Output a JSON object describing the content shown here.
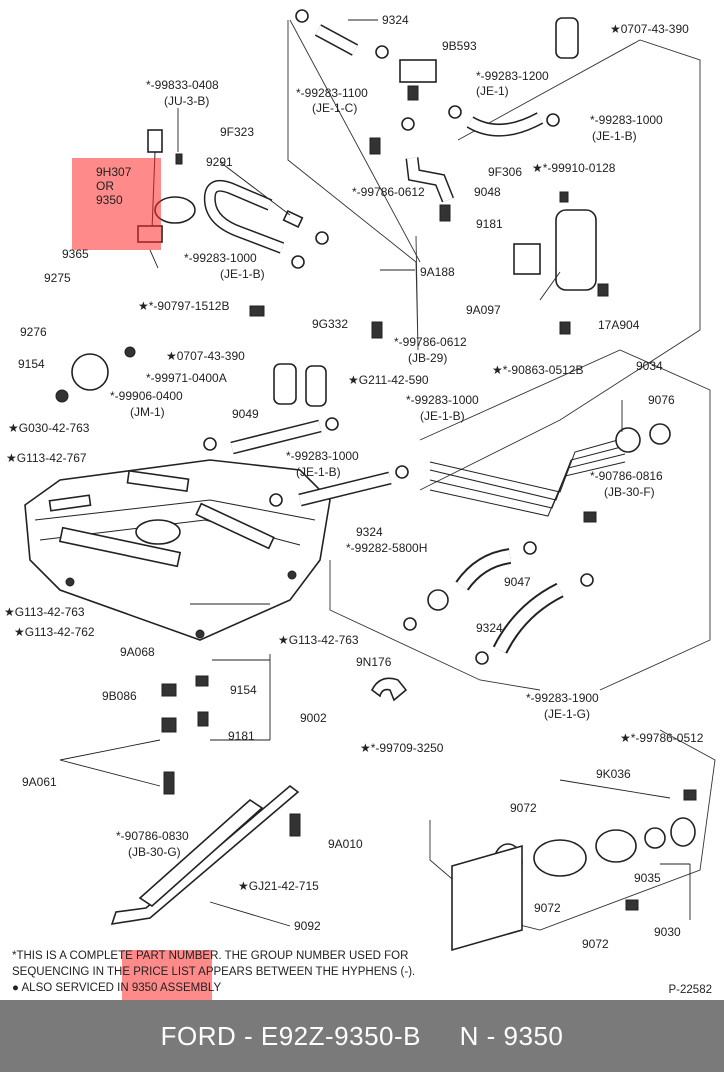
{
  "labels": [
    {
      "id": "p9324a",
      "text": "9324"
    },
    {
      "id": "p0707a",
      "text": "★0707-43-390"
    },
    {
      "id": "p9b593",
      "text": "9B593"
    },
    {
      "id": "p99833",
      "text": "*-99833-0408"
    },
    {
      "id": "pju3b",
      "text": "(JU-3-B)"
    },
    {
      "id": "p99283_1100",
      "text": "*-99283-1100"
    },
    {
      "id": "pje1c",
      "text": "(JE-1-C)"
    },
    {
      "id": "p99283_1200",
      "text": "*-99283-1200"
    },
    {
      "id": "pje1",
      "text": "(JE-1)"
    },
    {
      "id": "p99283_1000a",
      "text": "*-99283-1000"
    },
    {
      "id": "pje1b_a",
      "text": "(JE-1-B)"
    },
    {
      "id": "p9f323",
      "text": "9F323"
    },
    {
      "id": "p9h307",
      "text": "9H307"
    },
    {
      "id": "por",
      "text": "OR"
    },
    {
      "id": "p9350",
      "text": "9350"
    },
    {
      "id": "p9291",
      "text": "9291"
    },
    {
      "id": "p9f306",
      "text": "9F306"
    },
    {
      "id": "p99910",
      "text": "★*-99910-0128"
    },
    {
      "id": "p99786_0612a",
      "text": "*-99786-0612"
    },
    {
      "id": "p9048",
      "text": "9048"
    },
    {
      "id": "p9181a",
      "text": "9181"
    },
    {
      "id": "p9365",
      "text": "9365"
    },
    {
      "id": "p99283_1000b",
      "text": "*-99283-1000"
    },
    {
      "id": "pje1b_b",
      "text": "(JE-1-B)"
    },
    {
      "id": "p9a188",
      "text": "9A188"
    },
    {
      "id": "p9275",
      "text": "9275"
    },
    {
      "id": "p90797",
      "text": "★*-90797-1512B"
    },
    {
      "id": "p9a097",
      "text": "9A097"
    },
    {
      "id": "p17a904",
      "text": "17A904"
    },
    {
      "id": "p9g332",
      "text": "9G332"
    },
    {
      "id": "p9276",
      "text": "9276"
    },
    {
      "id": "p99786_0612b",
      "text": "*-99786-0612"
    },
    {
      "id": "pjb29",
      "text": "(JB-29)"
    },
    {
      "id": "p0707b",
      "text": "★0707-43-390"
    },
    {
      "id": "p99971",
      "text": "*-99971-0400A"
    },
    {
      "id": "p90863",
      "text": "★*-90863-0512B"
    },
    {
      "id": "p9154a",
      "text": "9154"
    },
    {
      "id": "pg211",
      "text": "★G211-42-590"
    },
    {
      "id": "p99906",
      "text": "*-99906-0400"
    },
    {
      "id": "pjm1",
      "text": "(JM-1)"
    },
    {
      "id": "p9034",
      "text": "9034"
    },
    {
      "id": "p9076",
      "text": "9076"
    },
    {
      "id": "p99283_1000c",
      "text": "*-99283-1000"
    },
    {
      "id": "pje1b_c",
      "text": "(JE-1-B)"
    },
    {
      "id": "p9049",
      "text": "9049"
    },
    {
      "id": "pg030",
      "text": "★G030-42-763"
    },
    {
      "id": "p99283_1000d",
      "text": "*-99283-1000"
    },
    {
      "id": "pje1b_d",
      "text": "(JE-1-B)"
    },
    {
      "id": "pg113_767",
      "text": "★G113-42-767"
    },
    {
      "id": "p90786_0816",
      "text": "*-90786-0816"
    },
    {
      "id": "pjb30f",
      "text": "(JB-30-F)"
    },
    {
      "id": "p9324b",
      "text": "9324"
    },
    {
      "id": "p99282",
      "text": "*-99282-5800H"
    },
    {
      "id": "p9047",
      "text": "9047"
    },
    {
      "id": "pg113_763a",
      "text": "★G113-42-763"
    },
    {
      "id": "pg113_762",
      "text": "★G113-42-762"
    },
    {
      "id": "pg113_763b",
      "text": "★G113-42-763"
    },
    {
      "id": "p9324c",
      "text": "9324"
    },
    {
      "id": "p9a068",
      "text": "9A068"
    },
    {
      "id": "p9n176",
      "text": "9N176"
    },
    {
      "id": "p9154b",
      "text": "9154"
    },
    {
      "id": "p99283_1900",
      "text": "*-99283-1900"
    },
    {
      "id": "pje1g",
      "text": "(JE-1-G)"
    },
    {
      "id": "p9b086",
      "text": "9B086"
    },
    {
      "id": "p9002",
      "text": "9002"
    },
    {
      "id": "p9181b",
      "text": "9181"
    },
    {
      "id": "p99709",
      "text": "★*-99709-3250"
    },
    {
      "id": "p99786_0512",
      "text": "★*-99786-0512"
    },
    {
      "id": "p9a061",
      "text": "9A061"
    },
    {
      "id": "p9k036",
      "text": "9K036"
    },
    {
      "id": "p9072a",
      "text": "9072"
    },
    {
      "id": "p90786_0830",
      "text": "*-90786-0830"
    },
    {
      "id": "pjb30g",
      "text": "(JB-30-G)"
    },
    {
      "id": "p9a010",
      "text": "9A010"
    },
    {
      "id": "p9072b",
      "text": "9072"
    },
    {
      "id": "p9035",
      "text": "9035"
    },
    {
      "id": "pgj21",
      "text": "★GJ21-42-715"
    },
    {
      "id": "p9092",
      "text": "9092"
    },
    {
      "id": "p9030",
      "text": "9030"
    },
    {
      "id": "p9072c",
      "text": "9072"
    }
  ],
  "notes": {
    "line1": "*THIS IS A COMPLETE PART NUMBER. THE GROUP NUMBER USED FOR",
    "line2": "SEQUENCING IN THE PRICE LIST APPEARS BETWEEN THE HYPHENS (-).",
    "line3": "●  ALSO SERVICED IN 9350 ASSEMBLY"
  },
  "reference": "P-22582",
  "footer": {
    "brand": "FORD - E92Z-9350-B",
    "base": "N - 9350"
  },
  "colors": {
    "highlight": "#ff2a2a",
    "footer_bg": "#7a7a7a"
  }
}
